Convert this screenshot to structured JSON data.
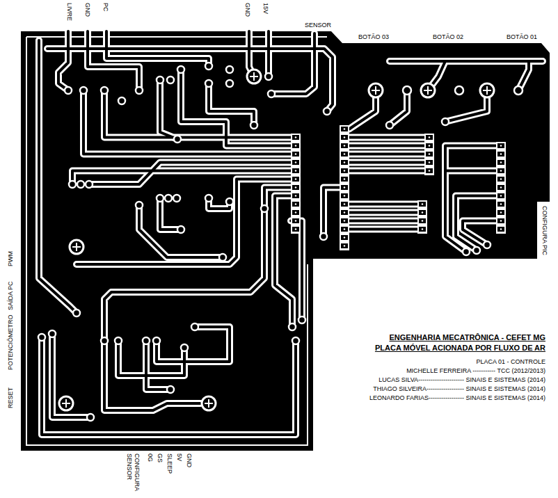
{
  "diagram": {
    "title": "ENGENHARIA MECATRÔNICA - CEFET MG",
    "labels": [
      "LIVRE",
      "GND",
      "PC",
      "GND",
      "15V",
      "SENSOR",
      "BOTÃO 03",
      "BOTÃO 02",
      "BOTÃO 01",
      "PWM",
      "SAÍDA PC",
      "POTENCIÔMETRO",
      "RESET",
      "CONFIGURA PIC",
      "CONFIGURA SENSOR",
      "0G",
      "GS",
      "SLEEP",
      "5V",
      "GND",
      "PLACA MÓVEL ACIONADA POR FLUXO DE AR",
      "PLACA 01 - CONTROLE",
      "MICHELLE FERREIRA ----------- TCC (2012/2013)",
      "LUCAS SILVA---------------------- SINAIS E SISTEMAS (2014)",
      "THIAGO SILVEIRA------------------ SINAIS E SISTEMAS (2014)",
      "LEONARDO FARIAS----------------- SINAIS E SISTEMAS (2014)"
    ]
  }
}
